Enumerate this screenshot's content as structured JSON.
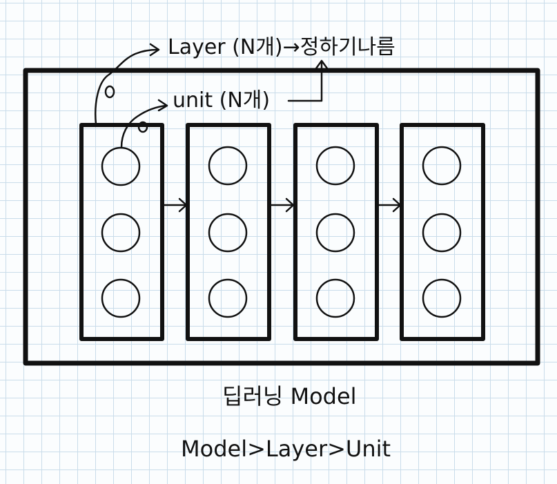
{
  "labels": {
    "layer_note": "Layer (N개)→정하기나름",
    "unit_note": "unit (N개)",
    "model_title": "딥러닝 Model",
    "hierarchy": "Model>Layer>Unit"
  },
  "diagram": {
    "layer_count": 4,
    "units_per_layer": 3,
    "stroke_color": "#111111",
    "grid_color": "#c9dcea"
  }
}
